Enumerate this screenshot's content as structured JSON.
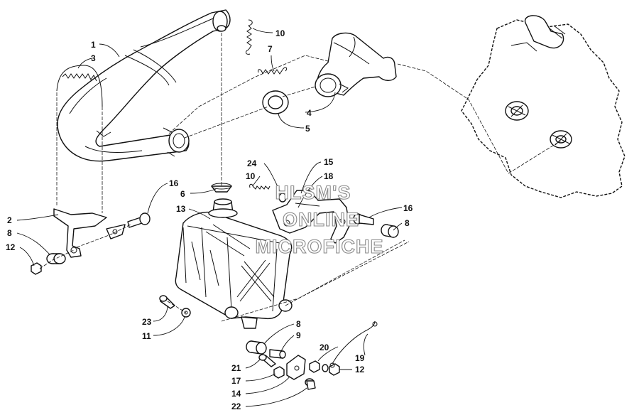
{
  "diagram": {
    "callouts": [
      {
        "id": "c1",
        "text": "1"
      },
      {
        "id": "c2",
        "text": "2"
      },
      {
        "id": "c3",
        "text": "3"
      },
      {
        "id": "c4",
        "text": "4"
      },
      {
        "id": "c5",
        "text": "5"
      },
      {
        "id": "c6",
        "text": "6"
      },
      {
        "id": "c7",
        "text": "7"
      },
      {
        "id": "c8a",
        "text": "8"
      },
      {
        "id": "c8b",
        "text": "8"
      },
      {
        "id": "c8c",
        "text": "8"
      },
      {
        "id": "c9",
        "text": "9"
      },
      {
        "id": "c10a",
        "text": "10"
      },
      {
        "id": "c10b",
        "text": "10"
      },
      {
        "id": "c11",
        "text": "11"
      },
      {
        "id": "c12a",
        "text": "12"
      },
      {
        "id": "c12b",
        "text": "12"
      },
      {
        "id": "c13",
        "text": "13"
      },
      {
        "id": "c14",
        "text": "14"
      },
      {
        "id": "c15",
        "text": "15"
      },
      {
        "id": "c16a",
        "text": "16"
      },
      {
        "id": "c16b",
        "text": "16"
      },
      {
        "id": "c17",
        "text": "17"
      },
      {
        "id": "c18",
        "text": "18"
      },
      {
        "id": "c19",
        "text": "19"
      },
      {
        "id": "c20",
        "text": "20"
      },
      {
        "id": "c21",
        "text": "21"
      },
      {
        "id": "c22",
        "text": "22"
      },
      {
        "id": "c23",
        "text": "23"
      },
      {
        "id": "c24",
        "text": "24"
      }
    ],
    "watermark": {
      "line1": "HLSM'S",
      "line2": "ONLINE",
      "line3": "MICROFICHE"
    }
  }
}
